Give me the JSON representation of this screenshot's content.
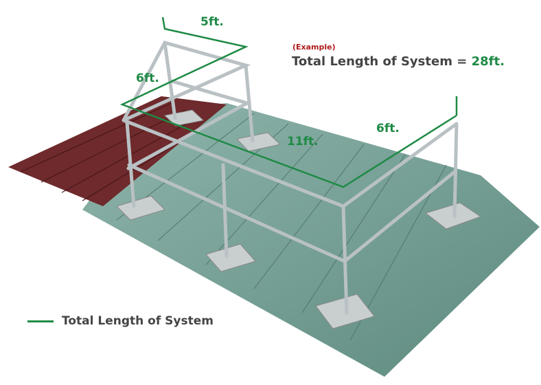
{
  "measurements": {
    "top": "5ft.",
    "left": "6ft.",
    "front": "11ft.",
    "right": "6ft."
  },
  "example_label": "(Example)",
  "total": {
    "prefix": "Total Length of System =",
    "value": "28ft."
  },
  "legend": {
    "label": "Total Length of System"
  },
  "colors": {
    "measure": "#1e8a45",
    "example": "#b01c1c",
    "text": "#444444",
    "roof_green": "#6f9a90",
    "roof_red": "#6e2a2c"
  }
}
